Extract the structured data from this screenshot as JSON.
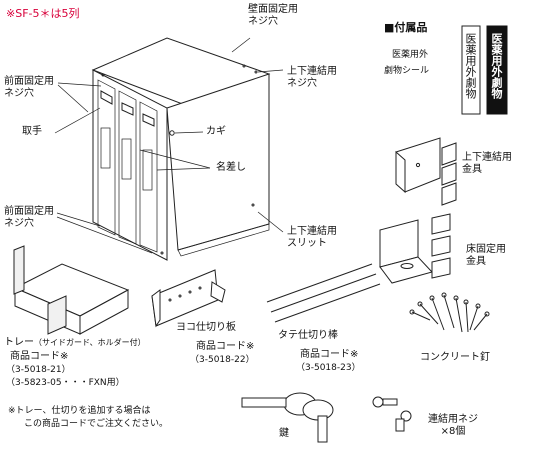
{
  "header": {
    "model_note": "※SF-5＊は5列"
  },
  "accessories": {
    "title": "■付属品",
    "seal_caption_1": "医薬用外",
    "seal_caption_2": "劇物シール",
    "seal_white": "医薬用外劇物",
    "seal_black": "医薬用外劇物"
  },
  "labels": {
    "wall_screw": "壁面固定用\nネジ穴",
    "front_screw_top": "前面固定用\nネジ穴",
    "top_bottom_screw": "上下連結用\nネジ穴",
    "handle": "取手",
    "key_lock": "カギ",
    "name_plate": "名差し",
    "front_screw_bottom": "前面固定用\nネジ穴",
    "top_bottom_slit": "上下連結用\nスリット",
    "connect_bracket": "上下連結用\n金具",
    "floor_bracket": "床固定用\n金具",
    "divider_plate": "ヨコ仕切り板",
    "divider_rod": "タテ仕切り棒",
    "concrete_nail": "コンクリート釘",
    "key": "鍵",
    "connect_screw": "連結用ネジ\n×8個"
  },
  "tray": {
    "title": "トレー",
    "sub": "（サイドガード、ホルダー付）",
    "code_label": "商品コード※",
    "code_1": "（3-5018-21）",
    "code_2": "（3-5823-05・・・FXN用）"
  },
  "divider_plate_code": {
    "label": "商品コード※",
    "code": "（3-5018-22）"
  },
  "divider_rod_code": {
    "label": "商品コード※",
    "code": "（3-5018-23）"
  },
  "footnote": {
    "line1": "※トレー、仕切りを追加する場合は",
    "line2": "この商品コードでご注文ください。"
  },
  "colors": {
    "accent_red": "#d8003a",
    "line": "#222222",
    "seal_black": "#111111"
  }
}
